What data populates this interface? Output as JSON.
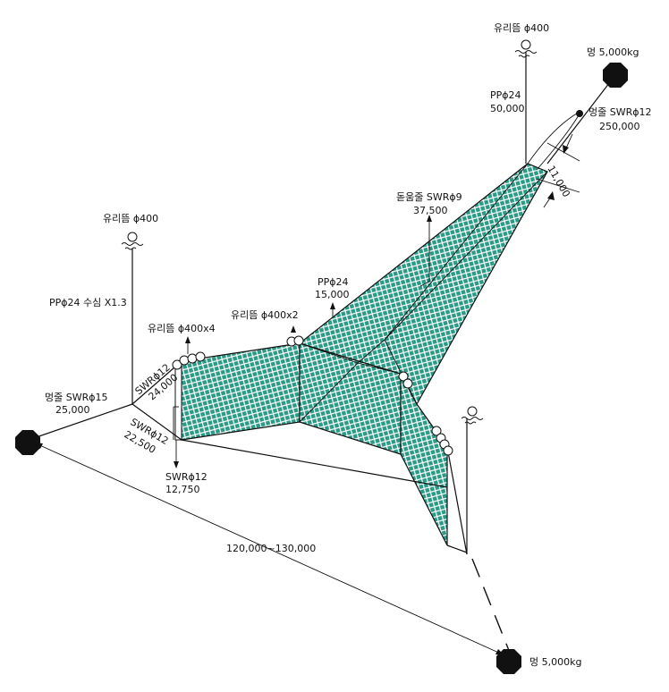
{
  "colors": {
    "net_fill": "#2a9a86",
    "ink": "#111111",
    "background": "#ffffff"
  },
  "labels": {
    "buoy_top": "유리뜸 ϕ400",
    "anchor_top": "멍 5,000kg",
    "pp_top": "PPϕ24",
    "pp_top_len": "50,000",
    "anchor_line_top": "멍줄 SWRϕ12",
    "anchor_line_top_len": "250,000",
    "depth_dim": "11,000",
    "guide_line": "돋움줄 SWRϕ9",
    "guide_line_len": "37,500",
    "buoy_left": "유리뜸 ϕ400",
    "pp_left": "PPϕ24 수심 X1.3",
    "pp_mid": "PPϕ24",
    "pp_mid_len": "15,000",
    "buoy_x2": "유리뜸 ϕ400x2",
    "buoy_x4": "유리뜸 ϕ400x4",
    "swr_a": "SWRϕ12",
    "swr_a_len": "24,000",
    "anchor_line_left": "멍줄 SWRϕ15",
    "anchor_line_left_len": "25,000",
    "swr_b": "SWRϕ12",
    "swr_b_len": "22,500",
    "swr_c": "SWRϕ12",
    "swr_c_len": "12,750",
    "span": "120,000~130,000",
    "anchor_bottom": "멍 5,000kg"
  }
}
